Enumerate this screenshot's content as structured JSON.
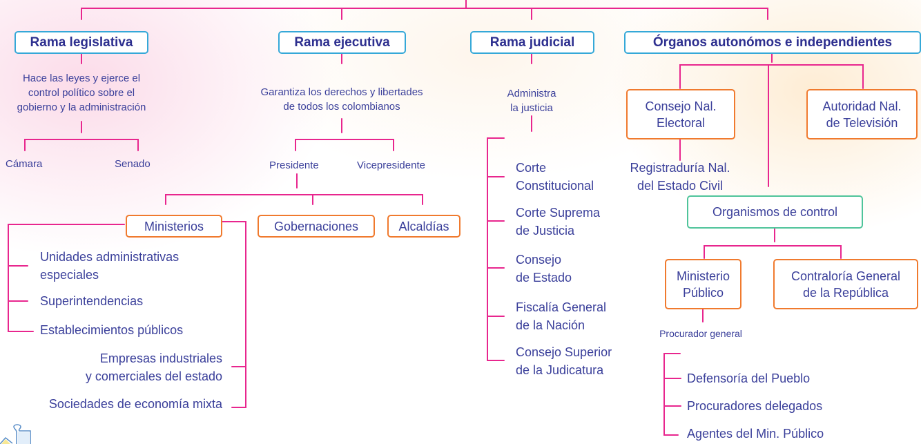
{
  "branches": {
    "legislativa": {
      "title": "Rama legislativa",
      "description": "Hace las leyes y ejerce el\ncontrol político sobre el\ngobierno y la administración",
      "chambers": [
        "Cámara",
        "Senado"
      ]
    },
    "ejecutiva": {
      "title": "Rama ejecutiva",
      "description": "Garantiza los derechos y libertades\nde todos los colombianos",
      "leaders": [
        "Presidente",
        "Vicepresidente"
      ],
      "entities": [
        "Ministerios",
        "Gobernaciones",
        "Alcaldías"
      ],
      "ministerios_items": [
        "Unidades administrativas\nespeciales",
        "Superintendencias",
        "Establecimientos públicos",
        "Empresas industriales\ny comerciales del estado",
        "Sociedades de economía mixta"
      ]
    },
    "judicial": {
      "title": "Rama judicial",
      "description": "Administra\nla justicia",
      "courts": [
        "Corte\nConstitucional",
        "Corte Suprema\nde Justicia",
        "Consejo\nde Estado",
        "Fiscalía General\nde la Nación",
        "Consejo Superior\nde la Judicatura"
      ]
    },
    "organos": {
      "title": "Órganos autonómos e independientes",
      "consejo_electoral": "Consejo Nal.\nElectoral",
      "registraduria": "Registraduría Nal.\ndel Estado Civil",
      "autoridad_tv": "Autoridad Nal.\nde Televisión",
      "organismos_control": "Organismos de control",
      "ministerio_publico": "Ministerio\nPúblico",
      "contraloria": "Contraloría General\nde la República",
      "procurador": "Procurador general",
      "procurador_items": [
        "Defensoría del Pueblo",
        "Procuradores delegados",
        "Agentes del Min. Público"
      ]
    }
  },
  "colors": {
    "line": "#e8268e",
    "header_border": "#35a8d8",
    "entity_border": "#f07a2e",
    "control_border": "#4fc49a",
    "text": "#3a3f9a"
  }
}
